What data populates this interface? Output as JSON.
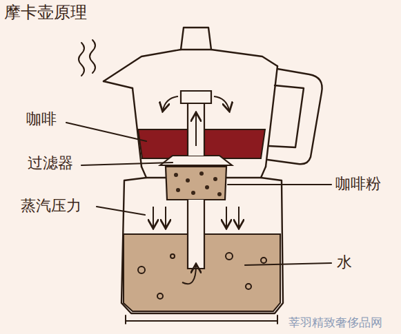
{
  "diagram": {
    "title": "摩卡壶原理",
    "labels": [
      "咖啡",
      "过滤器",
      "蒸汽压力",
      "咖啡粉",
      "水",
      "莘羽精致奢侈品网"
    ]
  }
}
